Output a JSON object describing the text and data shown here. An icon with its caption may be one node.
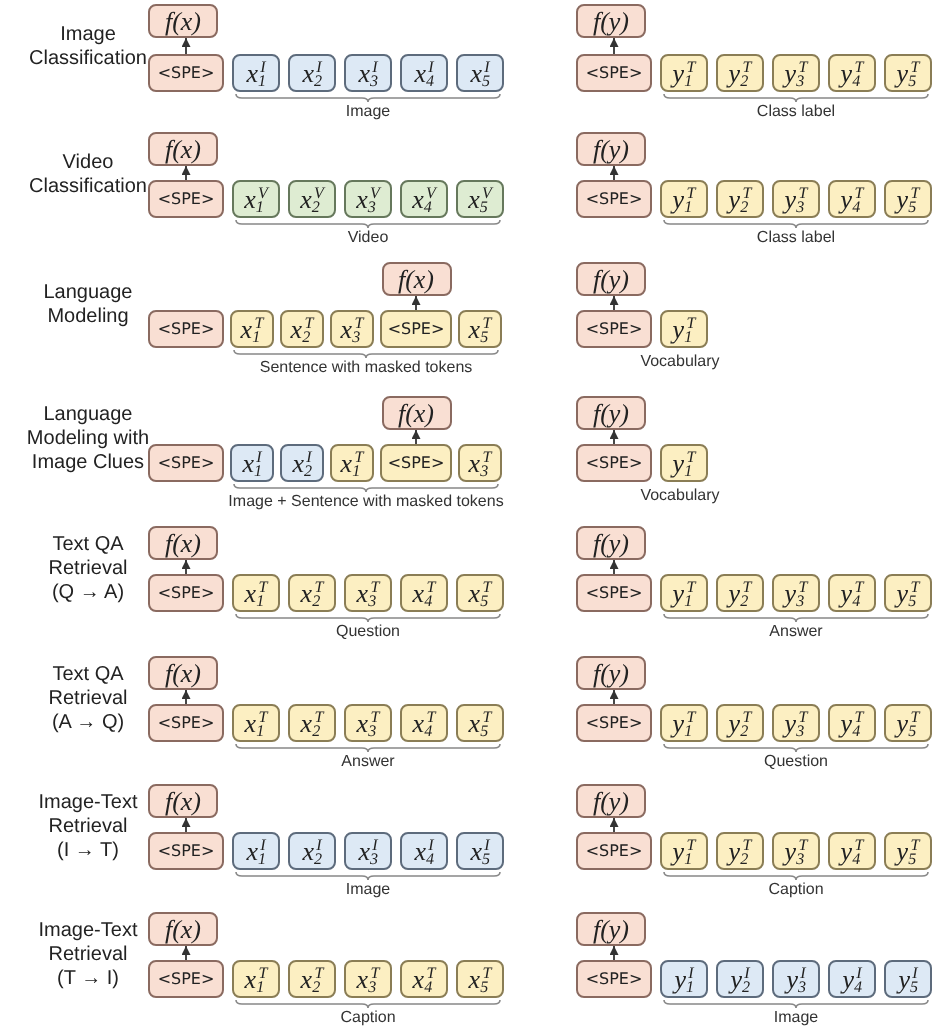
{
  "diagram": {
    "nodes": [
      {
        "text": [
          "f(x)"
        ]
      },
      {
        "text": [
          "<SPE>"
        ]
      },
      {
        "text": [
          "x$_{1}$$^{I}$"
        ]
      },
      {
        "text": [
          "x$_{2}$$^{I}$"
        ]
      },
      {
        "text": [
          "x$_{3}$$^{I}$"
        ]
      },
      {
        "text": [
          "x$_{4}$$^{I}$"
        ]
      },
      {
        "text": [
          "x$_{5}$$^{I}$"
        ]
      },
      {
        "text": [
          "f(y)"
        ]
      },
      {
        "text": [
          "<SPE>"
        ]
      },
      {
        "text": [
          "y$_{1}$$^{T}$"
        ]
      },
      {
        "text": [
          "y$_{2}$$^{T}$"
        ]
      },
      {
        "text": [
          "y$_{3}$$^{T}$"
        ]
      },
      {
        "text": [
          "y$_{4}$$^{T}$"
        ]
      },
      {
        "text": [
          "y$_{5}$$^{T}$"
        ]
      },
      {
        "text": [
          "f(x)"
        ]
      },
      {
        "text": [
          "<SPE>"
        ]
      },
      {
        "text": [
          "x$_{1}$$^{V}$"
        ]
      },
      {
        "text": [
          "x$_{2}$$^{V}$"
        ]
      },
      {
        "text": [
          "x$_{3}$$^{V}$"
        ]
      },
      {
        "text": [
          "x$_{4}$$^{V}$"
        ]
      },
      {
        "text": [
          "x$_{5}$$^{V}$"
        ]
      },
      {
        "text": [
          "f(y)"
        ]
      },
      {
        "text": [
          "<SPE>"
        ]
      },
      {
        "text": [
          "y$_{1}$$^{T}$"
        ]
      },
      {
        "text": [
          "y$_{2}$$^{T}$"
        ]
      },
      {
        "text": [
          "y$_{3}$$^{T}$"
        ]
      },
      {
        "text": [
          "y$_{4}$$^{T}$"
        ]
      },
      {
        "text": [
          "y$_{5}$$^{T}$"
        ]
      },
      {
        "text": [
          "f(x)"
        ]
      },
      {
        "text": [
          "<SPE>"
        ]
      },
      {
        "text": [
          "x$_{1}$$^{T}$"
        ]
      },
      {
        "text": [
          "x$_{2}$$^{T}$"
        ]
      },
      {
        "text": [
          "x$_{3}$$^{T}$"
        ]
      },
      {
        "text": [
          "<SPE>"
        ]
      },
      {
        "text": [
          "x$_{5}$$^{T}$"
        ]
      },
      {
        "text": [
          "f(y)"
        ]
      },
      {
        "text": [
          "<SPE>"
        ]
      },
      {
        "text": [
          "y$_{1}$$^{T}$"
        ]
      },
      {
        "text": [
          "f(x)"
        ]
      },
      {
        "text": [
          "<SPE>"
        ]
      },
      {
        "text": [
          "x$_{1}$$^{I}$"
        ]
      },
      {
        "text": [
          "x$_{2}$$^{I}$"
        ]
      },
      {
        "text": [
          "x$_{1}$$^{T}$"
        ]
      },
      {
        "text": [
          "<SPE>"
        ]
      },
      {
        "text": [
          "x$_{3}$$^{T}$"
        ]
      },
      {
        "text": [
          "f(y)"
        ]
      },
      {
        "text": [
          "<SPE>"
        ]
      },
      {
        "text": [
          "y$_{1}$$^{T}$"
        ]
      },
      {
        "text": [
          "f(x)"
        ]
      },
      {
        "text": [
          "<SPE>"
        ]
      },
      {
        "text": [
          "x$_{1}$$^{T}$"
        ]
      },
      {
        "text": [
          "x$_{2}$$^{T}$"
        ]
      },
      {
        "text": [
          "x$_{3}$$^{T}$"
        ]
      },
      {
        "text": [
          "x$_{4}$$^{T}$"
        ]
      },
      {
        "text": [
          "x$_{5}$$^{T}$"
        ]
      },
      {
        "text": [
          "f(y)"
        ]
      },
      {
        "text": [
          "<SPE>"
        ]
      },
      {
        "text": [
          "y$_{1}$$^{T}$"
        ]
      },
      {
        "text": [
          "y$_{2}$$^{T}$"
        ]
      },
      {
        "text": [
          "y$_{3}$$^{T}$"
        ]
      },
      {
        "text": [
          "y$_{4}$$^{T}$"
        ]
      },
      {
        "text": [
          "y$_{5}$$^{T}$"
        ]
      },
      {
        "text": [
          "f(x)"
        ]
      },
      {
        "text": [
          "<SPE>"
        ]
      },
      {
        "text": [
          "x$_{1}$$^{T}$"
        ]
      },
      {
        "text": [
          "x$_{2}$$^{T}$"
        ]
      },
      {
        "text": [
          "x$_{3}$$^{T}$"
        ]
      },
      {
        "text": [
          "x$_{4}$$^{T}$"
        ]
      },
      {
        "text": [
          "x$_{5}$$^{T}$"
        ]
      },
      {
        "text": [
          "f(y)"
        ]
      },
      {
        "text": [
          "<SPE>"
        ]
      },
      {
        "text": [
          "y$_{1}$$^{T}$"
        ]
      },
      {
        "text": [
          "y$_{2}$$^{T}$"
        ]
      },
      {
        "text": [
          "y$_{3}$$^{T}$"
        ]
      },
      {
        "text": [
          "y$_{4}$$^{T}$"
        ]
      },
      {
        "text": [
          "y$_{5}$$^{T}$"
        ]
      },
      {
        "text": [
          "f(x)"
        ]
      },
      {
        "text": [
          "<SPE>"
        ]
      },
      {
        "text": [
          "x$_{1}$$^{I}$"
        ]
      },
      {
        "text": [
          "x$_{2}$$^{I}$"
        ]
      },
      {
        "text": [
          "x$_{3}$$^{I}$"
        ]
      },
      {
        "text": [
          "x$_{4}$$^{I}$"
        ]
      },
      {
        "text": [
          "x$_{5}$$^{I}$"
        ]
      },
      {
        "text": [
          "f(y)"
        ]
      },
      {
        "text": [
          "<SPE>"
        ]
      },
      {
        "text": [
          "y$_{1}$$^{T}$"
        ]
      },
      {
        "text": [
          "y$_{2}$$^{T}$"
        ]
      },
      {
        "text": [
          "y$_{3}$$^{T}$"
        ]
      },
      {
        "text": [
          "y$_{4}$$^{T}$"
        ]
      },
      {
        "text": [
          "y$_{5}$$^{T}$"
        ]
      },
      {
        "text": [
          "f(x)"
        ]
      },
      {
        "text": [
          "<SPE>"
        ]
      },
      {
        "text": [
          "x$_{1}$$^{T}$"
        ]
      },
      {
        "text": [
          "x$_{2}$$^{T}$"
        ]
      },
      {
        "text": [
          "x$_{3}$$^{T}$"
        ]
      },
      {
        "text": [
          "x$_{4}$$^{T}$"
        ]
      },
      {
        "text": [
          "x$_{5}$$^{T}$"
        ]
      },
      {
        "text": [
          "f(y)"
        ]
      },
      {
        "text": [
          "<SPE>"
        ]
      },
      {
        "text": [
          "y$_{1}$$^{I}$"
        ]
      },
      {
        "text": [
          "y$_{2}$$^{I}$"
        ]
      },
      {
        "text": [
          "y$_{3}$$^{I}$"
        ]
      },
      {
        "text": [
          "y$_{4}$$^{I}$"
        ]
      },
      {
        "text": [
          "y$_{5}$$^{I}$"
        ]
      }
    ],
    "edges": [
      {
        "from": 1,
        "to": 0,
        "arrow": "to"
      },
      {
        "from": 8,
        "to": 7,
        "arrow": "to"
      },
      {
        "from": 15,
        "to": 14,
        "arrow": "to"
      },
      {
        "from": 22,
        "to": 21,
        "arrow": "to"
      },
      {
        "from": 33,
        "to": 28,
        "arrow": "to"
      },
      {
        "from": 36,
        "to": 35,
        "arrow": "to"
      },
      {
        "from": 43,
        "to": 38,
        "arrow": "to"
      },
      {
        "from": 46,
        "to": 45,
        "arrow": "to"
      },
      {
        "from": 49,
        "to": 48,
        "arrow": "to"
      },
      {
        "from": 56,
        "to": 55,
        "arrow": "to"
      },
      {
        "from": 63,
        "to": 62,
        "arrow": "to"
      },
      {
        "from": 70,
        "to": 69,
        "arrow": "to"
      },
      {
        "from": 77,
        "to": 76,
        "arrow": "to"
      },
      {
        "from": 84,
        "to": 83,
        "arrow": "to"
      },
      {
        "from": 91,
        "to": 90,
        "arrow": "to"
      },
      {
        "from": 98,
        "to": 97,
        "arrow": "to"
      }
    ],
    "labels": [
      "Image Classification",
      "Image",
      "Class label",
      "Video Classification",
      "Video",
      "Class label",
      "Language Modeling",
      "Sentence with masked tokens",
      "Vocabulary",
      "Language Modeling with Image Clues",
      "Image + Sentence with masked tokens",
      "Vocabulary",
      "Text QA Retrieval (Q → A)",
      "Question",
      "Answer",
      "Text QA Retrieval (A → Q)",
      "Answer",
      "Question",
      "Image-Text Retrieval (I → T)",
      "Image",
      "Caption",
      "Image-Text Retrieval (T → I)",
      "Caption",
      "Image"
    ]
  }
}
